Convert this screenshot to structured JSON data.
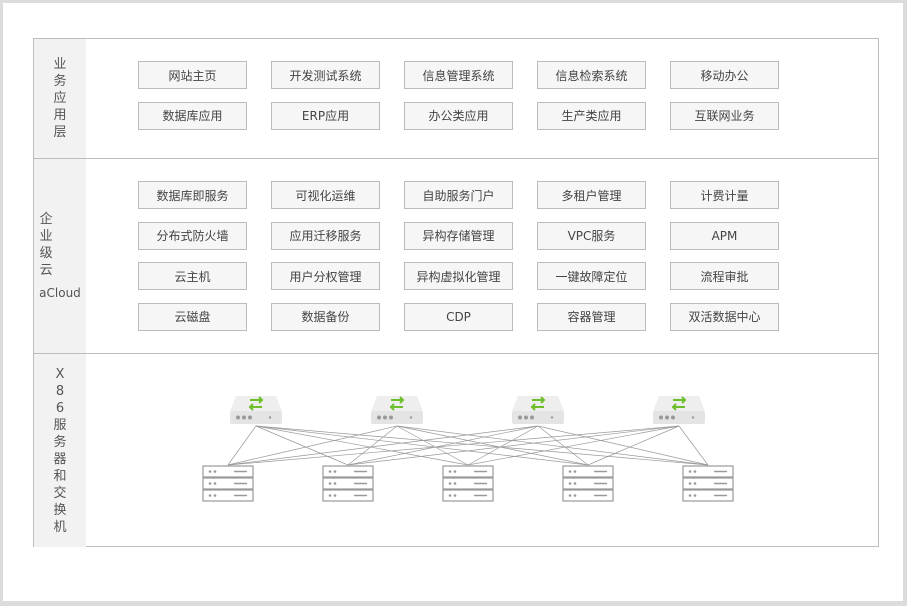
{
  "layers": [
    {
      "label": "业务应用层",
      "sublabel": "",
      "items": [
        "网站主页",
        "开发测试系统",
        "信息管理系统",
        "信息检索系统",
        "移动办公",
        "数据库应用",
        "ERP应用",
        "办公类应用",
        "生产类应用",
        "互联网业务"
      ]
    },
    {
      "label": "企业级云",
      "sublabel": "aCloud",
      "items": [
        "数据库即服务",
        "可视化运维",
        "自助服务门户",
        "多租户管理",
        "计费计量",
        "分布式防火墙",
        "应用迁移服务",
        "异构存储管理",
        "VPC服务",
        "APM",
        "云主机",
        "用户分权管理",
        "异构虚拟化管理",
        "一键故障定位",
        "流程审批",
        "云磁盘",
        "数据备份",
        "CDP",
        "容器管理",
        "双活数据中心"
      ]
    },
    {
      "label": "X86服务器和交换机",
      "sublabel": "",
      "switches": 4,
      "servers": 5
    }
  ],
  "colors": {
    "accent": "#6cbf2a",
    "line": "#999999"
  }
}
